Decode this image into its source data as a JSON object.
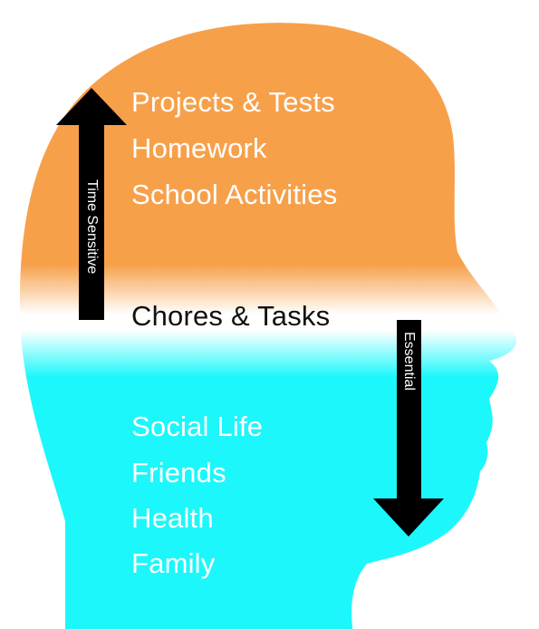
{
  "colors": {
    "top_fill": "#f7a04a",
    "bottom_fill": "#1cf7fb",
    "arrow": "#000000",
    "light_text": "#ffffff",
    "dark_text": "#111111"
  },
  "top_items": [
    "Projects & Tests",
    "Homework",
    "School Activities"
  ],
  "middle_item": "Chores & Tasks",
  "bottom_items": [
    "Social Life",
    "Friends",
    "Health",
    "Family"
  ],
  "arrows": {
    "up": {
      "label": "Time Sensitive",
      "direction": "up"
    },
    "down": {
      "label": "Essential",
      "direction": "down"
    }
  }
}
